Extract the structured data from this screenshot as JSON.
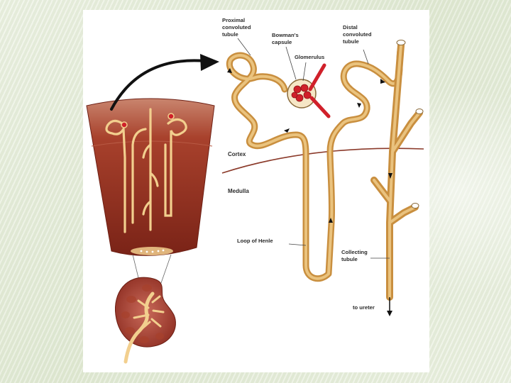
{
  "diagram": {
    "labels": {
      "proximal_1": "Proximal",
      "proximal_2": "convoluted",
      "proximal_3": "tubule",
      "bowman_1": "Bowman's",
      "bowman_2": "capsule",
      "glomerulus": "Glomerulus",
      "distal_1": "Distal",
      "distal_2": "convoluted",
      "distal_3": "tubule",
      "cortex": "Cortex",
      "medulla": "Medulla",
      "loop": "Loop of Henle",
      "collecting_1": "Collecting",
      "collecting_2": "tubule",
      "ureter": "to ureter"
    },
    "colors": {
      "tubule": "#d9a24d",
      "tubule_highlight": "#f2cf8e",
      "tissue": "#8a2a1c",
      "cortex_line": "#8b3a2a",
      "blood": "#d0202a",
      "arrow": "#111111"
    }
  }
}
